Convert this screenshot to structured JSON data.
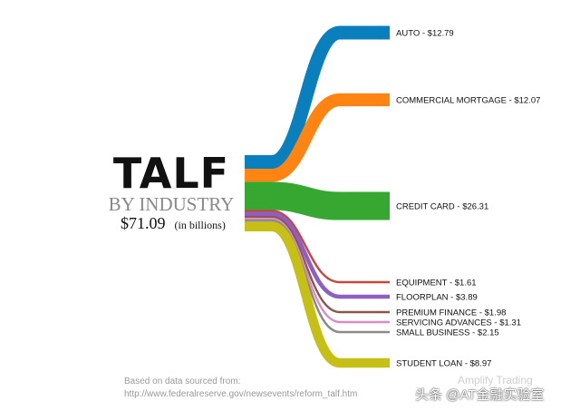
{
  "title": "TALF",
  "subtitle": "BY INDUSTRY",
  "total": {
    "amount": "$71.09",
    "unit": "(in billions)"
  },
  "source": {
    "line1": "Based on data sourced from:",
    "line2": "http://www.federalreserve.gov/newsevents/reform_talf.htm"
  },
  "watermark": {
    "small": "Amplify Trading",
    "main": "头条 @AT金融实验室"
  },
  "chart_data": {
    "type": "sankey",
    "unit": "billions",
    "total": 71.09,
    "categories": [
      "AUTO",
      "COMMERCIAL MORTGAGE",
      "CREDIT CARD",
      "EQUIPMENT",
      "FLOORPLAN",
      "PREMIUM FINANCE",
      "SERVICING ADVANCES",
      "SMALL BUSINESS",
      "STUDENT LOAN"
    ],
    "values": [
      12.79,
      12.07,
      26.31,
      1.61,
      3.89,
      1.98,
      1.31,
      2.15,
      8.97
    ],
    "labels": [
      "AUTO - $12.79",
      "COMMERCIAL MORTGAGE - $12.07",
      "CREDIT CARD - $26.31",
      "EQUIPMENT - $1.61",
      "FLOORPLAN - $3.89",
      "PREMIUM FINANCE - $1.98",
      "SERVICING ADVANCES - $1.31",
      "SMALL BUSINESS - $2.15",
      "STUDENT LOAN - $8.97"
    ],
    "colors": [
      "#0a7fbe",
      "#ff8411",
      "#36a832",
      "#c8463a",
      "#8e5fc3",
      "#8c564b",
      "#e08ac4",
      "#8a8a8a",
      "#c6bf16"
    ]
  }
}
